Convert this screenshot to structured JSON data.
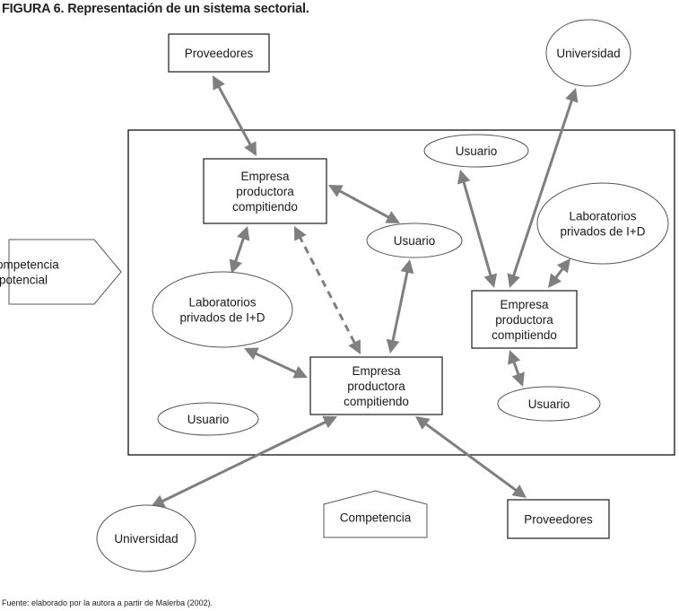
{
  "title": "FIGURA 6. Representación de un sistema sectorial.",
  "source": "Fuente: elaborado por la autora a partir de Malerba (2002).",
  "colors": {
    "edge": "#7f7f7f",
    "outline": "#1a1a1a",
    "background": "#ffffff"
  },
  "nodes": [
    {
      "id": "proveedores_top",
      "shape": "rectangle",
      "lines": [
        "Proveedores"
      ]
    },
    {
      "id": "universidad_top",
      "shape": "ellipse",
      "lines": [
        "Universidad"
      ]
    },
    {
      "id": "empresa_1",
      "shape": "rectangle",
      "lines": [
        "Empresa",
        "productora",
        "compitiendo"
      ]
    },
    {
      "id": "usuario_top_right",
      "shape": "ellipse",
      "lines": [
        "Usuario"
      ]
    },
    {
      "id": "laboratorios_right",
      "shape": "ellipse",
      "lines": [
        "Laboratorios",
        "privados de I+D"
      ]
    },
    {
      "id": "usuario_mid",
      "shape": "ellipse",
      "lines": [
        "Usuario"
      ]
    },
    {
      "id": "competencia_potencial",
      "shape": "pentagon-right",
      "lines": [
        "Competencia",
        "potencial"
      ]
    },
    {
      "id": "laboratorios_left",
      "shape": "ellipse",
      "lines": [
        "Laboratorios",
        "privados de I+D"
      ]
    },
    {
      "id": "empresa_3",
      "shape": "rectangle",
      "lines": [
        "Empresa",
        "productora",
        "compitiendo"
      ]
    },
    {
      "id": "empresa_2",
      "shape": "rectangle",
      "lines": [
        "Empresa",
        "productora",
        "compitiendo"
      ]
    },
    {
      "id": "usuario_bottom_right",
      "shape": "ellipse",
      "lines": [
        "Usuario"
      ]
    },
    {
      "id": "usuario_bottom_left",
      "shape": "ellipse",
      "lines": [
        "Usuario"
      ]
    },
    {
      "id": "universidad_bottom",
      "shape": "ellipse",
      "lines": [
        "Universidad"
      ]
    },
    {
      "id": "competencia",
      "shape": "pentagon-up",
      "lines": [
        "Competencia"
      ]
    },
    {
      "id": "proveedores_bottom",
      "shape": "rectangle",
      "lines": [
        "Proveedores"
      ]
    }
  ],
  "edges": [
    {
      "from": "proveedores_top",
      "to": "empresa_1",
      "style": "solid",
      "direction": "both"
    },
    {
      "from": "empresa_1",
      "to": "usuario_mid",
      "style": "solid",
      "direction": "both"
    },
    {
      "from": "empresa_1",
      "to": "laboratorios_left",
      "style": "solid",
      "direction": "both"
    },
    {
      "from": "empresa_1",
      "to": "empresa_2",
      "style": "dashed",
      "direction": "both"
    },
    {
      "from": "usuario_mid",
      "to": "empresa_2",
      "style": "solid",
      "direction": "both"
    },
    {
      "from": "laboratorios_left",
      "to": "empresa_2",
      "style": "solid",
      "direction": "both"
    },
    {
      "from": "empresa_2",
      "to": "universidad_bottom",
      "style": "solid",
      "direction": "both"
    },
    {
      "from": "empresa_2",
      "to": "proveedores_bottom",
      "style": "solid",
      "direction": "both"
    },
    {
      "from": "usuario_top_right",
      "to": "empresa_3",
      "style": "solid",
      "direction": "both"
    },
    {
      "from": "universidad_top",
      "to": "empresa_3",
      "style": "solid",
      "direction": "both"
    },
    {
      "from": "laboratorios_right",
      "to": "empresa_3",
      "style": "solid",
      "direction": "both"
    },
    {
      "from": "empresa_3",
      "to": "usuario_bottom_right",
      "style": "solid",
      "direction": "both"
    }
  ],
  "frame": {
    "label": "sectoral-system-boundary"
  }
}
